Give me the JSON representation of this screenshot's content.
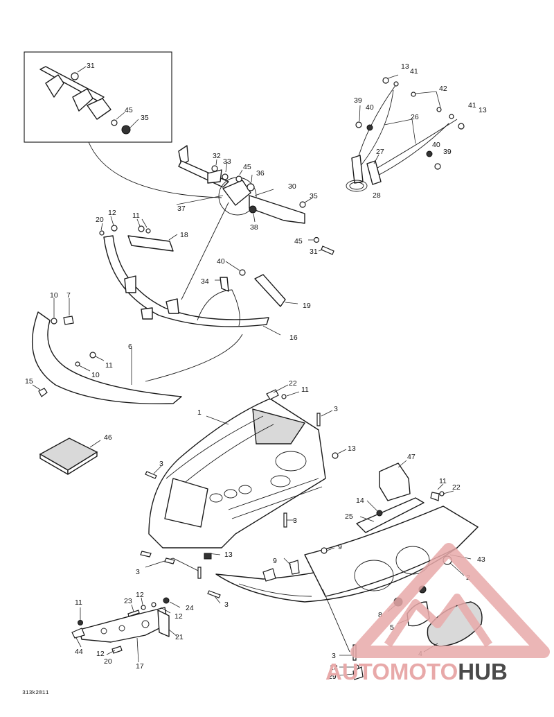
{
  "diagram": {
    "figure_code": "313k2011",
    "callouts": [
      "31",
      "45",
      "35",
      "32",
      "33",
      "45",
      "36",
      "30",
      "35",
      "37",
      "38",
      "45",
      "31",
      "20",
      "12",
      "11",
      "18",
      "40",
      "34",
      "19",
      "10",
      "7",
      "16",
      "6",
      "11",
      "10",
      "15",
      "22",
      "11",
      "1",
      "3",
      "13",
      "46",
      "3",
      "47",
      "11",
      "22",
      "14",
      "25",
      "3",
      "9",
      "9",
      "43",
      "2",
      "13",
      "3",
      "3",
      "11",
      "23",
      "12",
      "12",
      "24",
      "21",
      "44",
      "12",
      "20",
      "17",
      "8",
      "5",
      "3",
      "13",
      "29",
      "4",
      "13",
      "41",
      "42",
      "39",
      "40",
      "26",
      "41",
      "13",
      "27",
      "40",
      "39",
      "28"
    ],
    "watermark": {
      "brand_part1": "AUTOMOTO",
      "brand_part2": "HUB",
      "color_primary": "#e8a9a9",
      "color_secondary": "#4a4a4a"
    }
  }
}
